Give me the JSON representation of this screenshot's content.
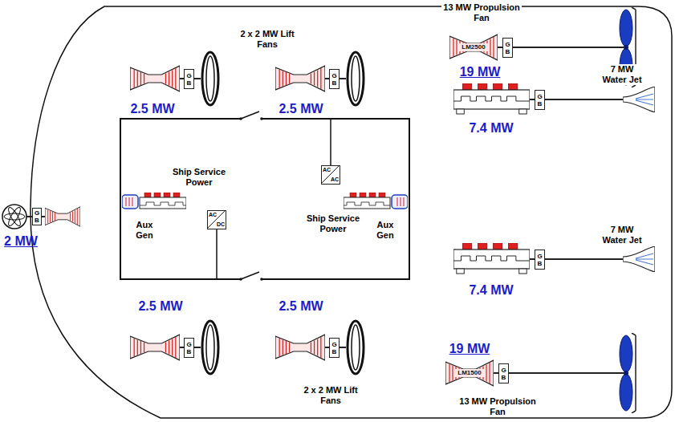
{
  "diagram": {
    "nodes": [
      {
        "text": [
          "GB"
        ]
      },
      {
        "text": [
          "GB"
        ]
      },
      {
        "text": [
          "GB"
        ]
      },
      {
        "text": [
          "GB"
        ]
      },
      {
        "text": [
          "AC",
          "AC"
        ]
      },
      {
        "text": [
          "GB"
        ]
      },
      {
        "text": [
          "AC",
          "DC"
        ]
      },
      {
        "text": [
          "GB"
        ]
      },
      {
        "text": [
          "GB"
        ]
      },
      {
        "text": [
          "GB"
        ]
      },
      {
        "text": [
          "GB"
        ]
      }
    ],
    "labels": [
      "13 MW Propulsion Fan",
      "2 x 2 MW Lift Fans",
      "LM2500",
      "2.5 MW",
      "2.5 MW",
      "19 MW",
      "7 MW Water Jet",
      "7.4 MW",
      "Ship Service Power",
      "Ship Service Power",
      "Aux Gen",
      "Aux Gen",
      "2 MW",
      "7 MW Water Jet",
      "7.4 MW",
      "2.5 MW",
      "2.5 MW",
      "19 MW",
      "LM1500",
      "2 x 2 MW Lift Fans",
      "13 MW Propulsion Fan"
    ]
  }
}
